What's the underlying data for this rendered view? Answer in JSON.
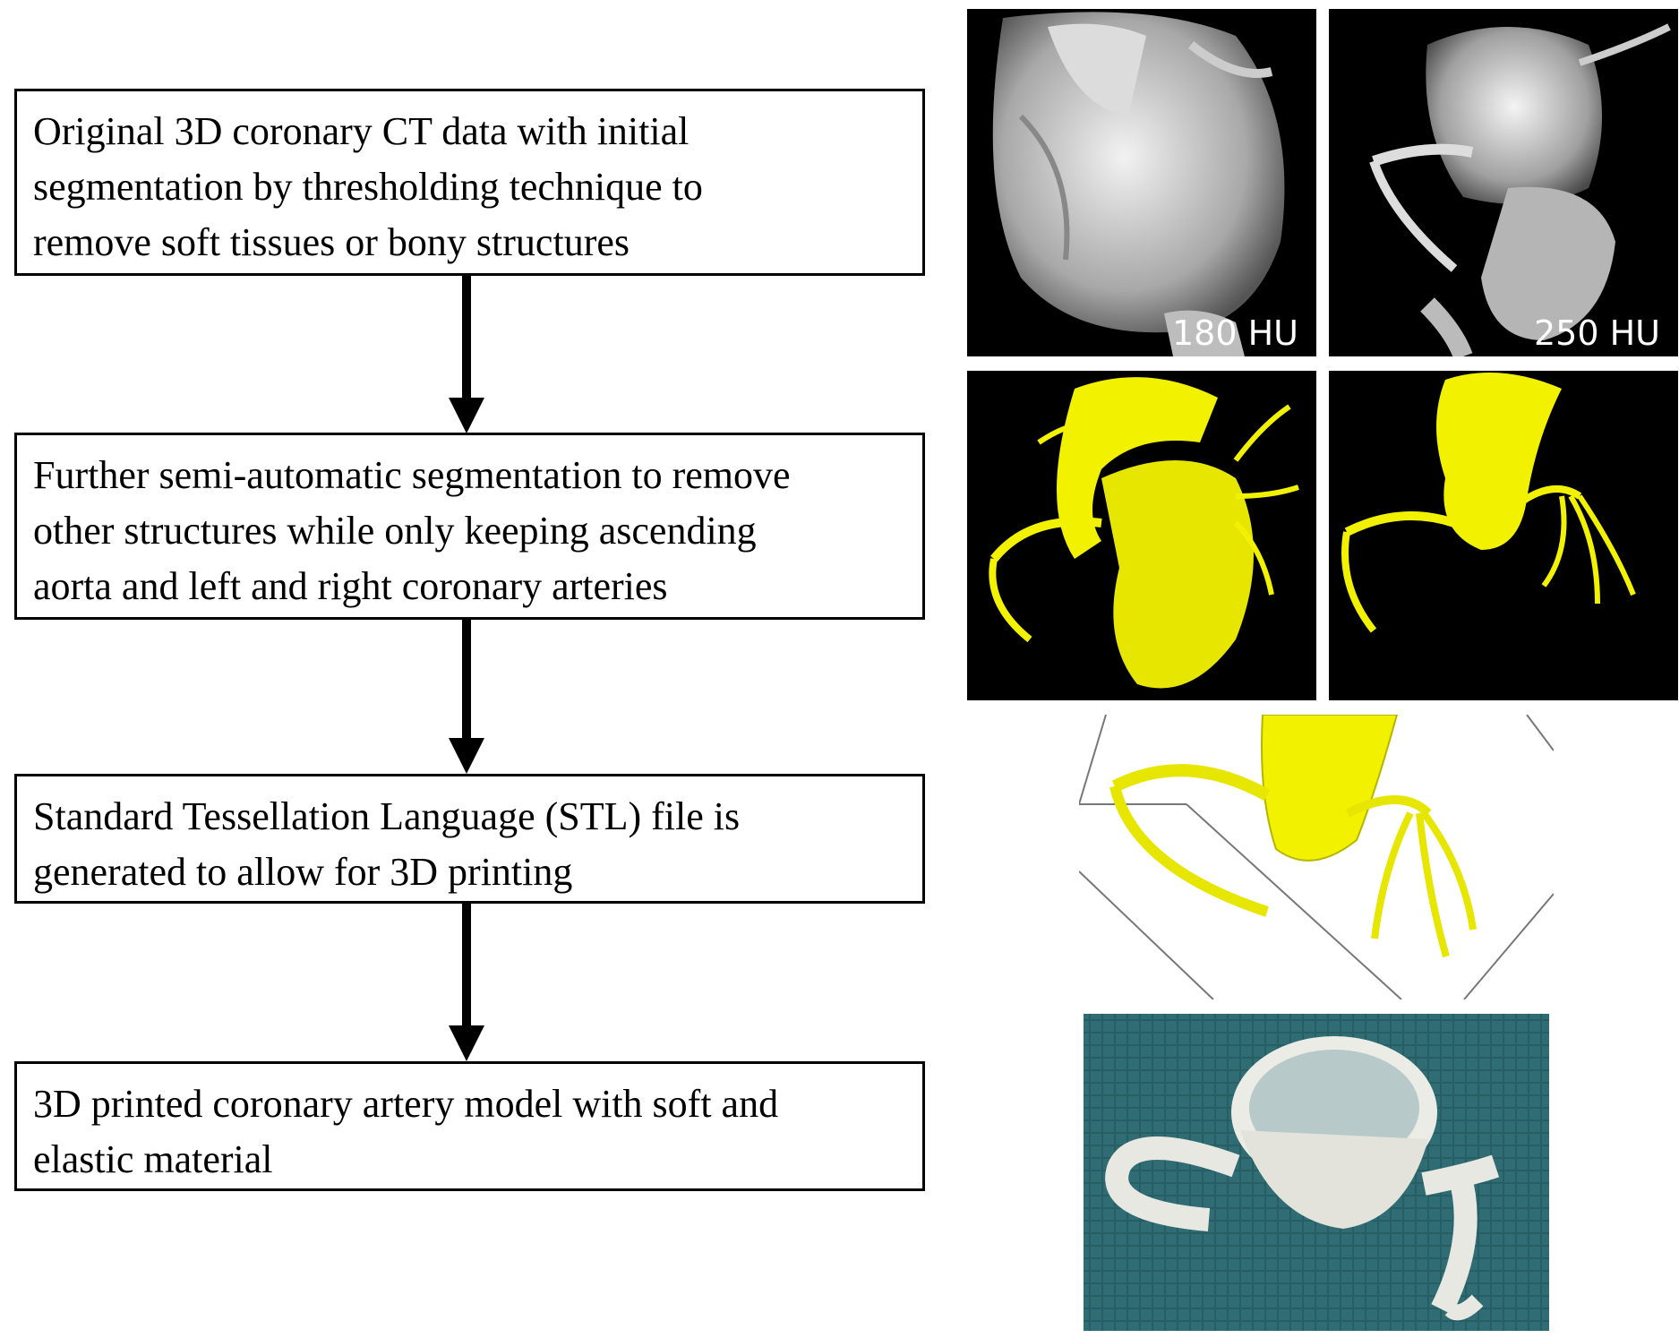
{
  "steps": [
    {
      "lines": [
        "Original  3D coronary CT data with initial",
        "segmentation by thresholding technique to",
        "remove soft tissues or bony structures"
      ]
    },
    {
      "lines": [
        "Further semi-automatic segmentation to remove",
        "other structures while only keeping ascending",
        "aorta and left and right  coronary arteries"
      ]
    },
    {
      "lines": [
        "Standard Tessellation Language (STL) file is",
        "generated to allow for 3D printing"
      ]
    },
    {
      "lines": [
        "3D printed coronary artery model with soft and",
        "elastic material"
      ]
    }
  ],
  "images": {
    "ct_180": {
      "label": "180 HU"
    },
    "ct_250": {
      "label": "250 HU"
    }
  },
  "colors": {
    "segmentation_yellow": "#f2f200",
    "print_background_teal": "#2f6c73",
    "ct_background": "#000000"
  }
}
